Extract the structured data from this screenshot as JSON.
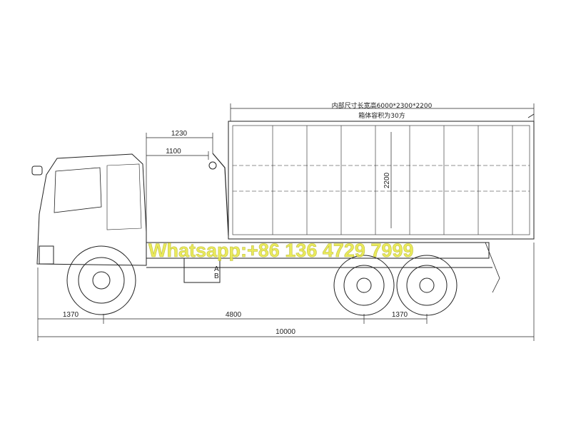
{
  "drawing": {
    "box_inner_dimensions_note": "内部尺寸长宽高6000*2300*2200",
    "box_volume_note": "箱体容积为30方",
    "dimensions": {
      "hook_arm_reach": "1230",
      "hook_arm_offset": "1100",
      "box_height": "2200",
      "front_overhang": "1370",
      "wheelbase": "4800",
      "rear_axle_spacing": "1370",
      "overall_length": "10000"
    },
    "valve_labels": [
      "A",
      "B"
    ]
  },
  "watermark": {
    "text": "Whatsapp:+86 136 4729 7999",
    "color": "#e8e84a"
  }
}
